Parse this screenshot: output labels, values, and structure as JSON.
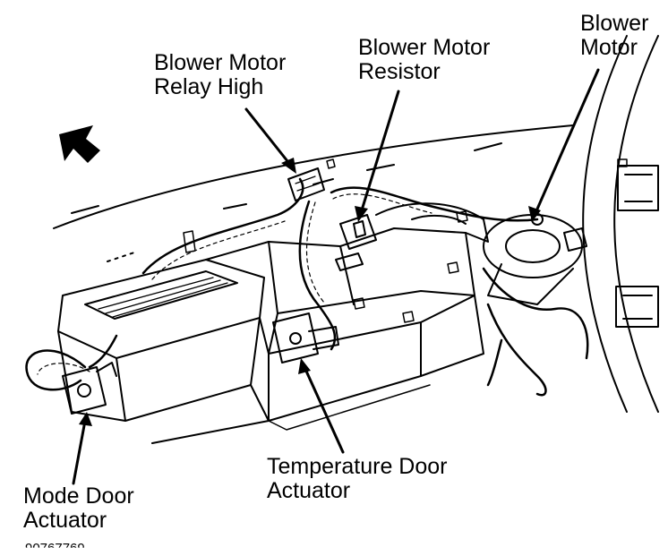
{
  "diagram": {
    "labels": {
      "blower_motor_relay_high": "Blower Motor\nRelay High",
      "blower_motor_resistor": "Blower Motor\nResistor",
      "blower_motor": "Blower\nMotor",
      "temperature_door_actuator": "Temperature Door\nActuator",
      "mode_door_actuator": "Mode Door\nActuator"
    },
    "figure_code": "90767769",
    "colors": {
      "ink": "#000000",
      "paper": "#ffffff"
    },
    "icons": {
      "direction_arrow": "forward-arrow-icon"
    }
  }
}
